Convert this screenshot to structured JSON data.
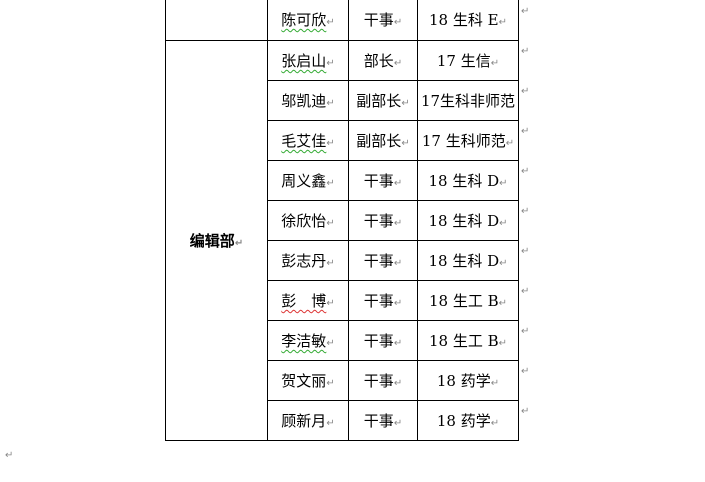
{
  "mark": "↵",
  "top_row": {
    "name": "陈可欣",
    "role": "干事",
    "class": "18 生科 E"
  },
  "department": "编辑部",
  "rows": [
    {
      "name": "张启山",
      "role": "部长",
      "class": "17 生信"
    },
    {
      "name": "邬凯迪",
      "role": "副部长",
      "class": "17生科非师范"
    },
    {
      "name": "毛艾佳",
      "role": "副部长",
      "class": "17 生科师范"
    },
    {
      "name": "周义鑫",
      "role": "干事",
      "class": "18 生科 D"
    },
    {
      "name": "徐欣怡",
      "role": "干事",
      "class": "18 生科 D"
    },
    {
      "name": "彭志丹",
      "role": "干事",
      "class": "18 生科 D"
    },
    {
      "name": "彭　博",
      "role": "干事",
      "class": "18 生工 B"
    },
    {
      "name": "李洁敏",
      "role": "干事",
      "class": "18 生工 B"
    },
    {
      "name": "贺文丽",
      "role": "干事",
      "class": "18 药学"
    },
    {
      "name": "顾新月",
      "role": "干事",
      "class": "18 药学"
    }
  ]
}
